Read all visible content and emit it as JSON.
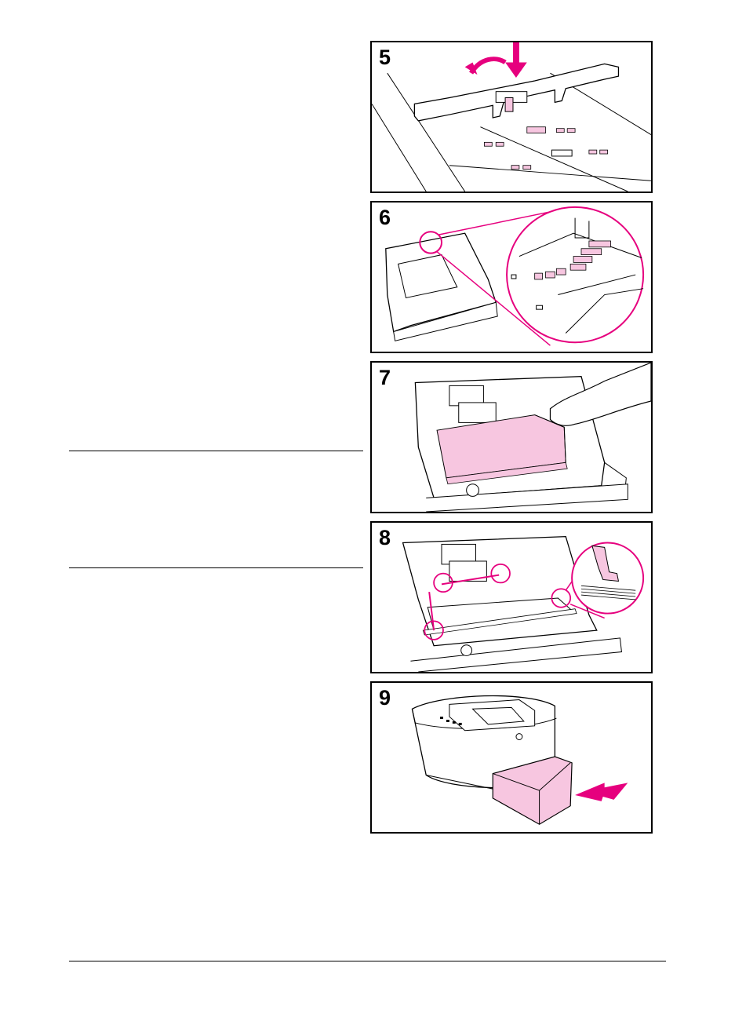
{
  "steps": [
    {
      "number": "5",
      "illustration": "tray-paper-stop-adjust"
    },
    {
      "number": "6",
      "illustration": "tray-size-markings-closeup"
    },
    {
      "number": "7",
      "illustration": "load-paper-stack"
    },
    {
      "number": "8",
      "illustration": "paper-under-tabs-closeup"
    },
    {
      "number": "9",
      "illustration": "insert-tray-into-printer"
    }
  ],
  "colors": {
    "accent": "#e6007e",
    "tint": "#f7c6e0",
    "ink": "#000000"
  }
}
